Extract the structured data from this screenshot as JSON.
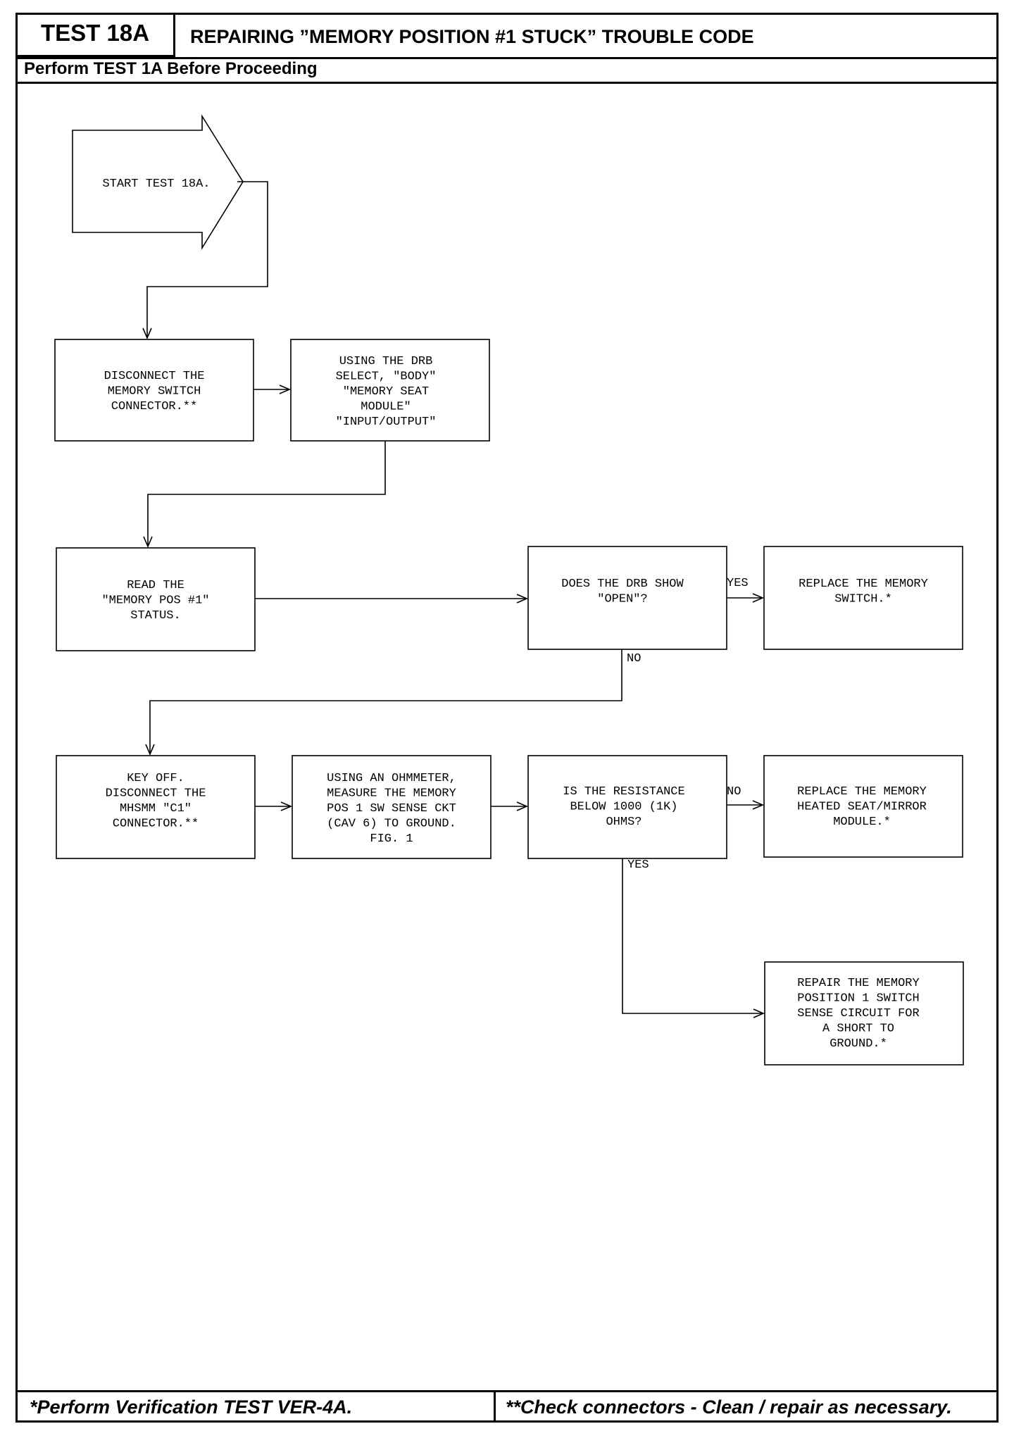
{
  "header": {
    "test_id": "TEST 18A",
    "title": "REPAIRING ”MEMORY POSITION #1 STUCK” TROUBLE CODE",
    "subtitle": "Perform TEST 1A Before Proceeding"
  },
  "flowchart": {
    "start": "START TEST 18A.",
    "nodes": {
      "disconnect_switch": [
        "DISCONNECT THE",
        "MEMORY SWITCH",
        "CONNECTOR.**"
      ],
      "using_drb": [
        "USING THE DRB",
        "SELECT, \"BODY\"",
        "\"MEMORY SEAT",
        "MODULE\"",
        "\"INPUT/OUTPUT\""
      ],
      "read_status": [
        "READ THE",
        "\"MEMORY POS #1\"",
        "STATUS."
      ],
      "drb_open": [
        "DOES THE DRB SHOW",
        "\"OPEN\"?"
      ],
      "replace_switch": [
        "REPLACE THE MEMORY",
        "SWITCH.*"
      ],
      "key_off": [
        "KEY OFF.",
        "DISCONNECT THE",
        "MHSMM \"C1\"",
        "CONNECTOR.**"
      ],
      "ohmmeter": [
        "USING AN OHMMETER,",
        "MEASURE THE MEMORY",
        "POS 1 SW SENSE CKT",
        "(CAV 6) TO GROUND.",
        "FIG. 1"
      ],
      "resistance": [
        "IS THE RESISTANCE",
        "BELOW 1000 (1K)",
        "OHMS?"
      ],
      "replace_module": [
        "REPLACE THE MEMORY",
        "HEATED SEAT/MIRROR",
        "MODULE.*"
      ],
      "repair_circuit": [
        "REPAIR THE MEMORY",
        "POSITION 1 SWITCH",
        "SENSE CIRCUIT FOR",
        "A SHORT TO",
        "GROUND.*"
      ]
    },
    "labels": {
      "drb_open_yes": "YES",
      "drb_open_no": "NO",
      "resistance_no": "NO",
      "resistance_yes": "YES"
    }
  },
  "footer": {
    "left": "*Perform Verification TEST VER-4A.",
    "right": "**Check connectors - Clean / repair as necessary."
  }
}
